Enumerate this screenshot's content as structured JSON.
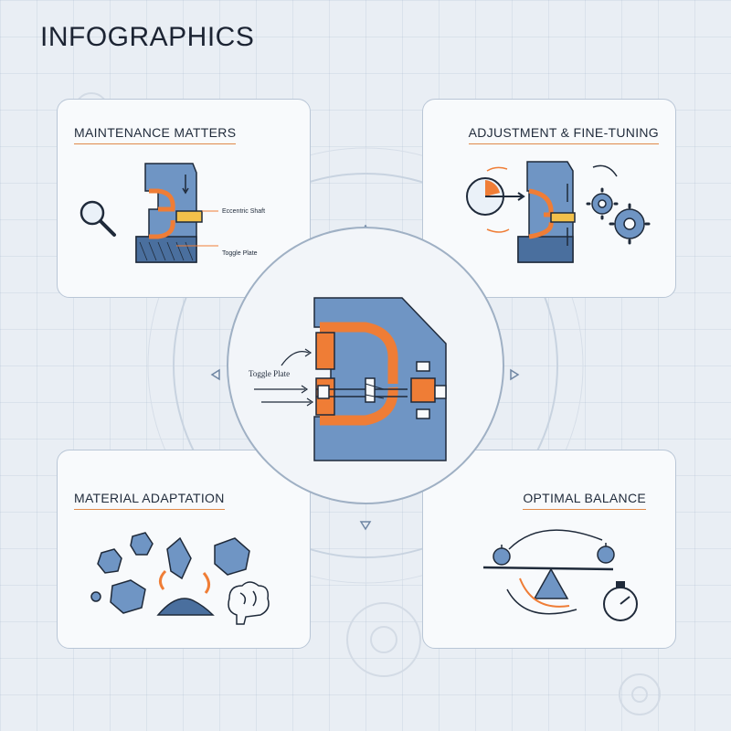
{
  "page": {
    "title": "INFOGRAPHICS"
  },
  "cards": {
    "maintenance": {
      "title": "MAINTENANCE MATTERS",
      "labels": {
        "eccentric_shaft": "Eccentric Shaft",
        "toggle_plate": "Toggle Plate"
      },
      "icons": [
        "magnifier-icon",
        "jaw-crusher-icon"
      ]
    },
    "adjustment": {
      "title": "ADJUSTMENT & FINE-TUNING",
      "icons": [
        "gauge-icon",
        "jaw-crusher-icon",
        "gear-icon"
      ]
    },
    "material": {
      "title": "MATERIAL ADAPTATION",
      "icons": [
        "rock-icon",
        "crushed-gravel-icon",
        "brain-icon"
      ]
    },
    "balance": {
      "title": "OPTIMAL BALANCE",
      "icons": [
        "balance-scale-icon",
        "stopwatch-icon"
      ]
    }
  },
  "center": {
    "label": "Toggle Plate",
    "icons": [
      "jaw-crusher-icon"
    ]
  },
  "colors": {
    "steel_blue": "#6f95c4",
    "dark_blue": "#4a6f9e",
    "orange": "#ef7d36",
    "outline": "#1f2a3a",
    "card_border": "#b9c6d6"
  }
}
